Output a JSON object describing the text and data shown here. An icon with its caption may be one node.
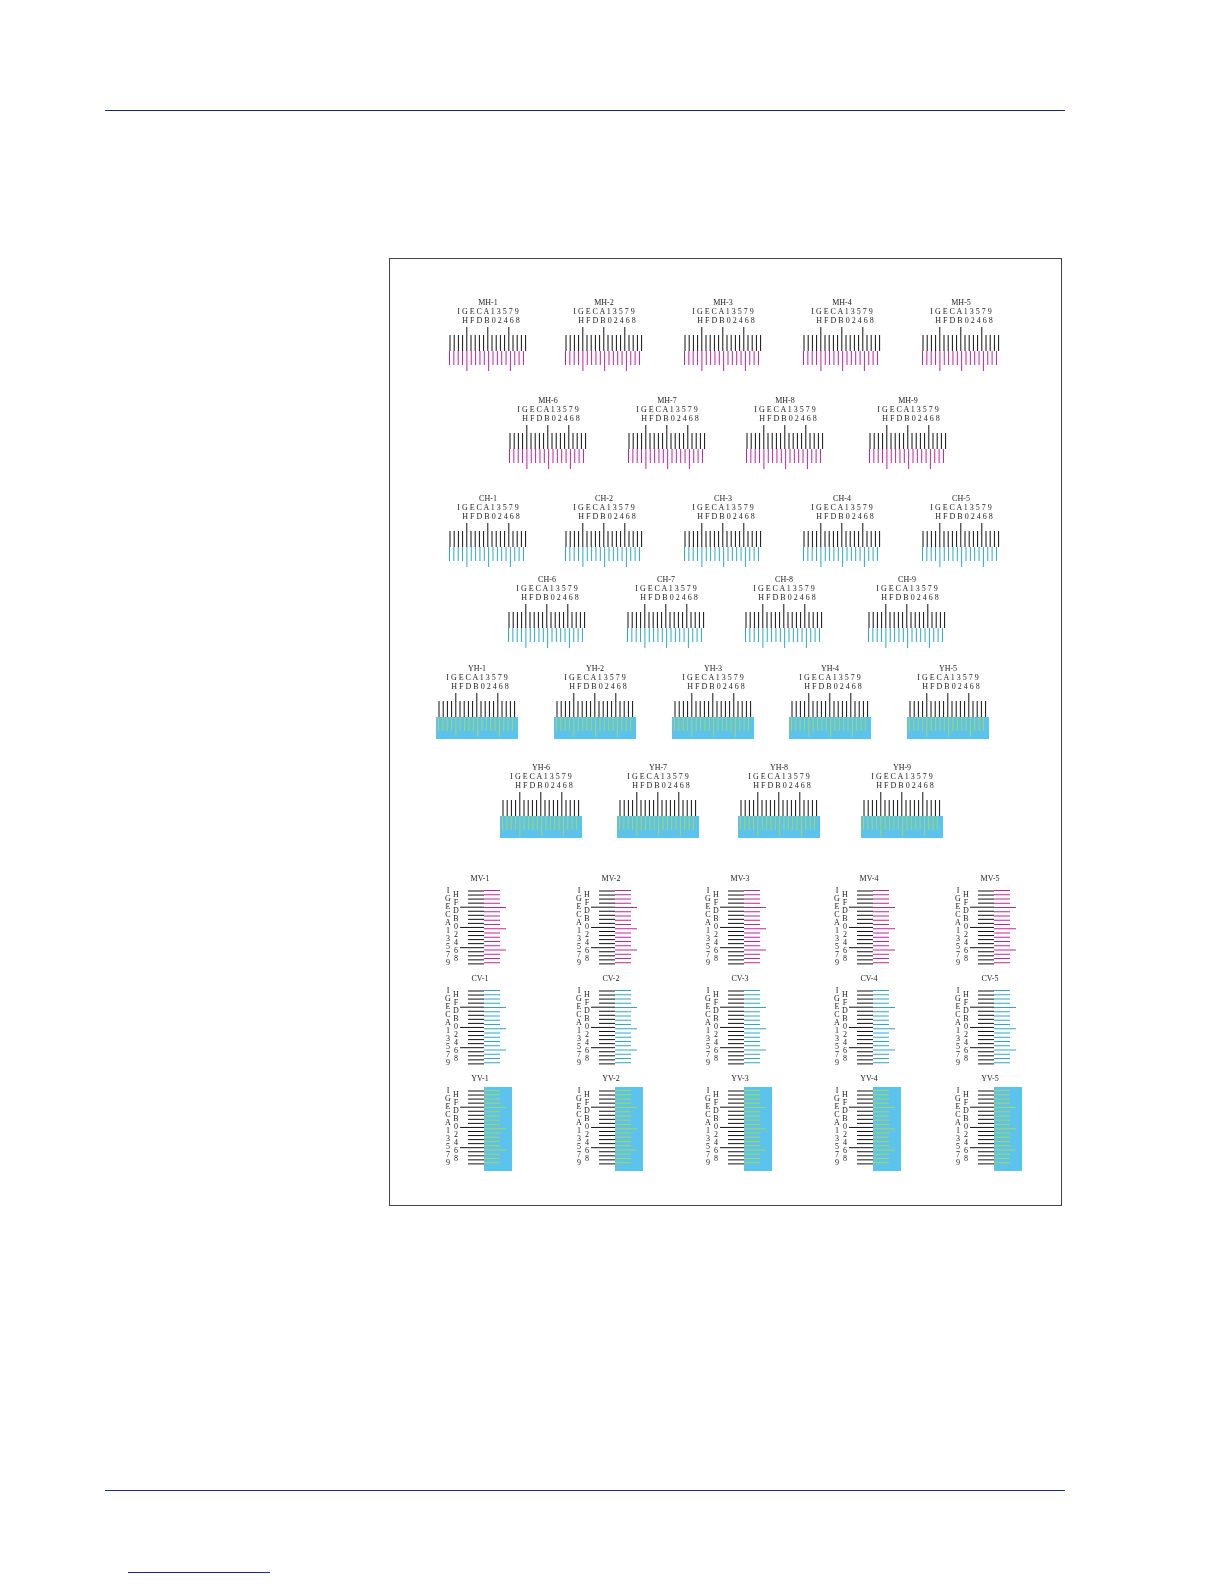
{
  "diagram": {
    "nodes": [
      {
        "text": [],
        "shape": "box"
      },
      {
        "text": [
          "MH-1",
          "I G E C A 1 3 5 7 9",
          "H F D B 0 2 4 6 8"
        ],
        "in": 0
      },
      {
        "text": [
          "MH-2",
          "I G E C A 1 3 5 7 9",
          "H F D B 0 2 4 6 8"
        ],
        "in": 0
      },
      {
        "text": [
          "MH-3",
          "I G E C A 1 3 5 7 9",
          "H F D B 0 2 4 6 8"
        ],
        "in": 0
      },
      {
        "text": [
          "MH-4",
          "I G E C A 1 3 5 7 9",
          "H F D B 0 2 4 6 8"
        ],
        "in": 0
      },
      {
        "text": [
          "MH-5",
          "I G E C A 1 3 5 7 9",
          "H F D B 0 2 4 6 8"
        ],
        "in": 0
      },
      {
        "text": [
          "MH-6",
          "I G E C A 1 3 5 7 9",
          "H F D B 0 2 4 6 8"
        ],
        "in": 0
      },
      {
        "text": [
          "MH-7",
          "I G E C A 1 3 5 7 9",
          "H F D B 0 2 4 6 8"
        ],
        "in": 0
      },
      {
        "text": [
          "MH-8",
          "I G E C A 1 3 5 7 9",
          "H F D B 0 2 4 6 8"
        ],
        "in": 0
      },
      {
        "text": [
          "MH-9",
          "I G E C A 1 3 5 7 9",
          "H F D B 0 2 4 6 8"
        ],
        "in": 0
      },
      {
        "text": [
          "CH-1",
          "I G E C A 1 3 5 7 9",
          "H F D B 0 2 4 6 8"
        ],
        "in": 0
      },
      {
        "text": [
          "CH-2",
          "I G E C A 1 3 5 7 9",
          "H F D B 0 2 4 6 8"
        ],
        "in": 0
      },
      {
        "text": [
          "CH-3",
          "I G E C A 1 3 5 7 9",
          "H F D B 0 2 4 6 8"
        ],
        "in": 0
      },
      {
        "text": [
          "CH-4",
          "I G E C A 1 3 5 7 9",
          "H F D B 0 2 4 6 8"
        ],
        "in": 0
      },
      {
        "text": [
          "CH-5",
          "I G E C A 1 3 5 7 9",
          "H F D B 0 2 4 6 8"
        ],
        "in": 0
      },
      {
        "text": [
          "CH-6",
          "I G E C A 1 3 5 7 9",
          "H F D B 0 2 4 6 8"
        ],
        "in": 0
      },
      {
        "text": [
          "CH-7",
          "I G E C A 1 3 5 7 9",
          "H F D B 0 2 4 6 8"
        ],
        "in": 0
      },
      {
        "text": [
          "CH-8",
          "I G E C A 1 3 5 7 9",
          "H F D B 0 2 4 6 8"
        ],
        "in": 0
      },
      {
        "text": [
          "CH-9",
          "I G E C A 1 3 5 7 9",
          "H F D B 0 2 4 6 8"
        ],
        "in": 0
      },
      {
        "text": [
          "YH-1",
          "I G E C A 1 3 5 7 9",
          "H F D B 0 2 4 6 8"
        ],
        "in": 0
      },
      {
        "text": [
          "YH-2",
          "I G E C A 1 3 5 7 9",
          "H F D B 0 2 4 6 8"
        ],
        "in": 0
      },
      {
        "text": [
          "YH-3",
          "I G E C A 1 3 5 7 9",
          "H F D B 0 2 4 6 8"
        ],
        "in": 0
      },
      {
        "text": [
          "YH-4",
          "I G E C A 1 3 5 7 9",
          "H F D B 0 2 4 6 8"
        ],
        "in": 0
      },
      {
        "text": [
          "YH-5",
          "I G E C A 1 3 5 7 9",
          "H F D B 0 2 4 6 8"
        ],
        "in": 0
      },
      {
        "text": [
          "YH-6",
          "I G E C A 1 3 5 7 9",
          "H F D B 0 2 4 6 8"
        ],
        "in": 0
      },
      {
        "text": [
          "YH-7",
          "I G E C A 1 3 5 7 9",
          "H F D B 0 2 4 6 8"
        ],
        "in": 0
      },
      {
        "text": [
          "YH-8",
          "I G E C A 1 3 5 7 9",
          "H F D B 0 2 4 6 8"
        ],
        "in": 0
      },
      {
        "text": [
          "YH-9",
          "I G E C A 1 3 5 7 9",
          "H F D B 0 2 4 6 8"
        ],
        "in": 0
      },
      {
        "text": [
          "MV-1",
          "I G E C A 1 3 5 7 9",
          "H F D B 0 2 4 6 8"
        ],
        "in": 0
      },
      {
        "text": [
          "MV-2",
          "I G E C A 1 3 5 7 9",
          "H F D B 0 2 4 6 8"
        ],
        "in": 0
      },
      {
        "text": [
          "MV-3",
          "I G E C A 1 3 5 7 9",
          "H F D B 0 2 4 6 8"
        ],
        "in": 0
      },
      {
        "text": [
          "MV-4",
          "I G E C A 1 3 5 7 9",
          "H F D B 0 2 4 6 8"
        ],
        "in": 0
      },
      {
        "text": [
          "MV-5",
          "I G E C A 1 3 5 7 9",
          "H F D B 0 2 4 6 8"
        ],
        "in": 0
      },
      {
        "text": [
          "CV-1",
          "I G E C A 1 3 5 7 9",
          "H F D B 0 2 4 6 8"
        ],
        "in": 0
      },
      {
        "text": [
          "CV-2",
          "I G E C A 1 3 5 7 9",
          "H F D B 0 2 4 6 8"
        ],
        "in": 0
      },
      {
        "text": [
          "CV-3",
          "I G E C A 1 3 5 7 9",
          "H F D B 0 2 4 6 8"
        ],
        "in": 0
      },
      {
        "text": [
          "CV-4",
          "I G E C A 1 3 5 7 9",
          "H F D B 0 2 4 6 8"
        ],
        "in": 0
      },
      {
        "text": [
          "CV-5",
          "I G E C A 1 3 5 7 9",
          "H F D B 0 2 4 6 8"
        ],
        "in": 0
      },
      {
        "text": [
          "YV-1",
          "I G E C A 1 3 5 7 9",
          "H F D B 0 2 4 6 8"
        ],
        "in": 0
      },
      {
        "text": [
          "YV-2",
          "I G E C A 1 3 5 7 9",
          "H F D B 0 2 4 6 8"
        ],
        "in": 0
      },
      {
        "text": [
          "YV-3",
          "I G E C A 1 3 5 7 9",
          "H F D B 0 2 4 6 8"
        ],
        "in": 0
      },
      {
        "text": [
          "YV-4",
          "I G E C A 1 3 5 7 9",
          "H F D B 0 2 4 6 8"
        ],
        "in": 0
      },
      {
        "text": [
          "YV-5",
          "I G E C A 1 3 5 7 9",
          "H F D B 0 2 4 6 8"
        ],
        "in": 0
      }
    ]
  }
}
